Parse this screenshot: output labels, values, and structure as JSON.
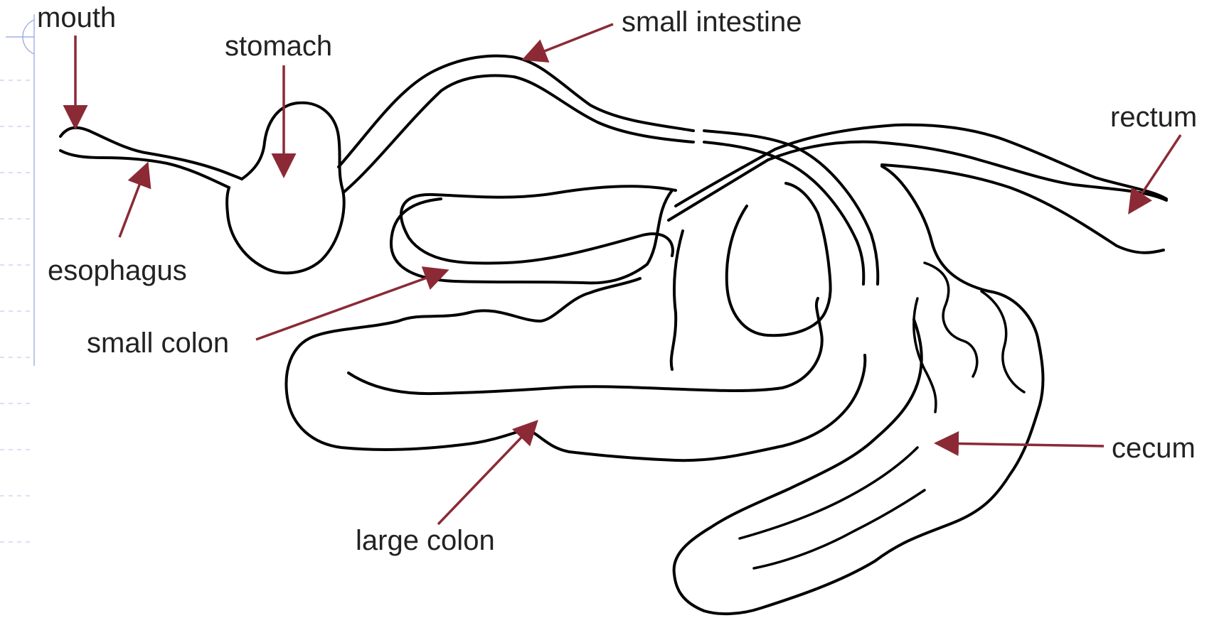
{
  "diagram": {
    "colors": {
      "outline": "#000000",
      "pointer": "#8b2a35",
      "label": "#222222",
      "slide_guide": "#8fa0e0"
    },
    "labels": {
      "mouth": "mouth",
      "stomach": "stomach",
      "small_intestine": "small intestine",
      "rectum": "rectum",
      "esophagus": "esophagus",
      "small_colon": "small colon",
      "cecum": "cecum",
      "large_colon": "large colon"
    }
  }
}
